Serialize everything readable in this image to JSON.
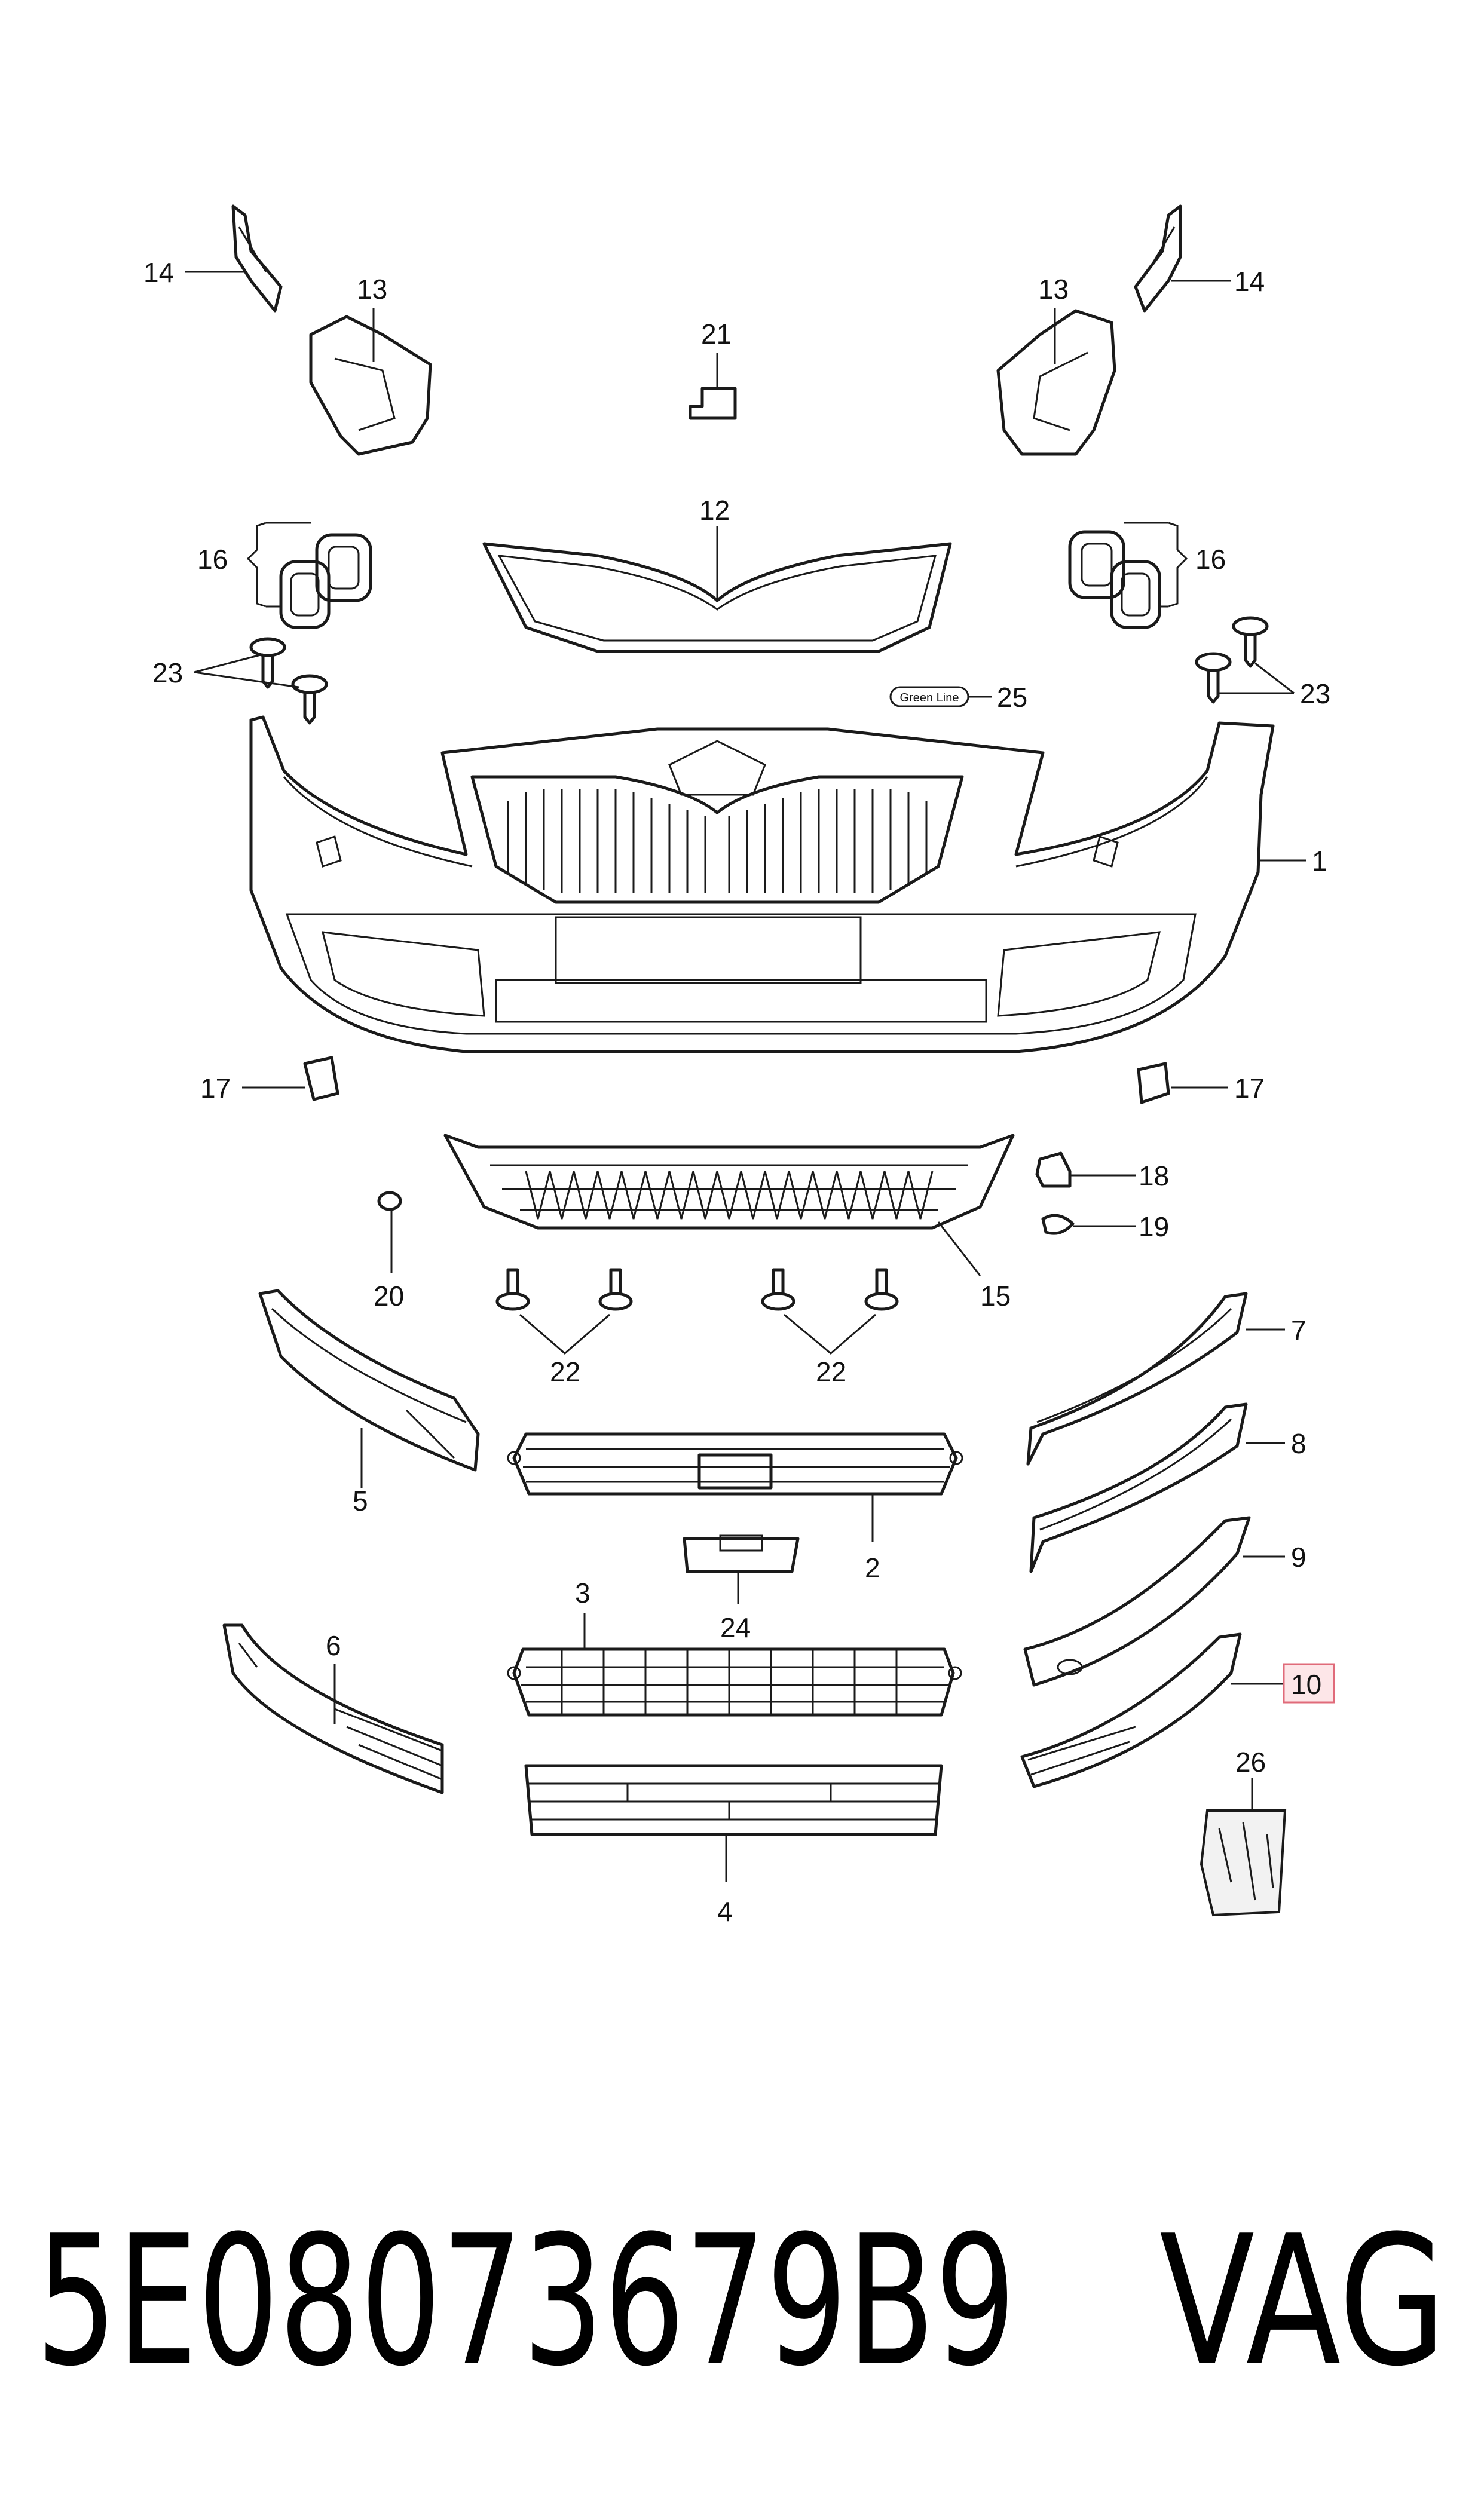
{
  "labels": {
    "l1": "1",
    "l2": "2",
    "l3": "3",
    "l4": "4",
    "l5": "5",
    "l6": "6",
    "l7": "7",
    "l8": "8",
    "l9": "9",
    "l10": "10",
    "l12": "12",
    "l13a": "13",
    "l13b": "13",
    "l14a": "14",
    "l14b": "14",
    "l15": "15",
    "l16a": "16",
    "l16b": "16",
    "l17a": "17",
    "l17b": "17",
    "l18": "18",
    "l19": "19",
    "l20": "20",
    "l21": "21",
    "l22a": "22",
    "l22b": "22",
    "l23a": "23",
    "l23b": "23",
    "l24": "24",
    "l25": "25",
    "l26": "26"
  },
  "badge": {
    "text": "Green Line"
  },
  "footer": {
    "part_number": "5E08073679B9",
    "brand": "VAG"
  },
  "colors": {
    "highlight_fill": "#fde6e8",
    "highlight_stroke": "#e06b7a",
    "line": "#1a1a1a"
  }
}
